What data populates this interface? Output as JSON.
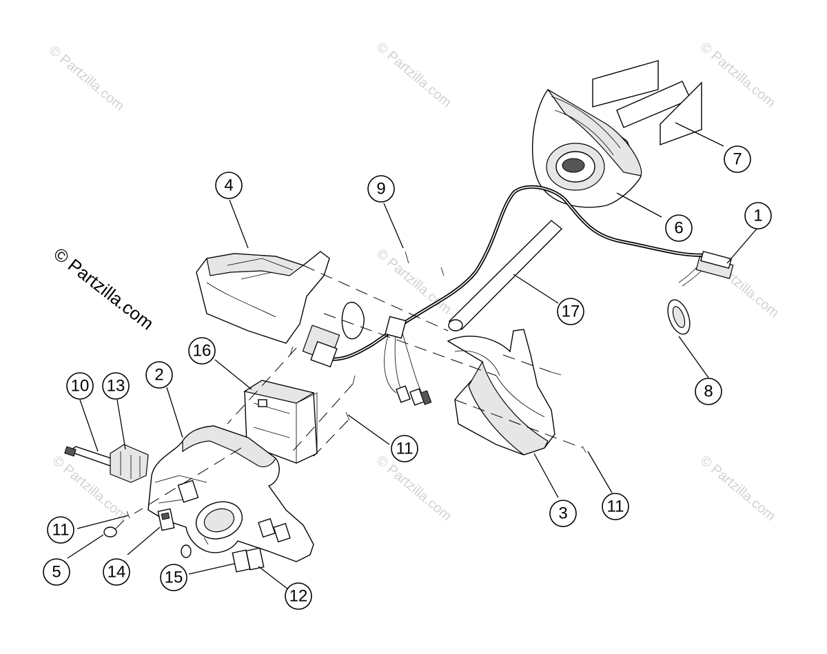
{
  "copyright_text": "© Partzilla.com",
  "watermark_text": "© Partzilla.com",
  "callouts": [
    "1",
    "2",
    "3",
    "4",
    "5",
    "6",
    "7",
    "8",
    "9",
    "10",
    "11",
    "11",
    "11",
    "12",
    "13",
    "14",
    "15",
    "16",
    "17"
  ],
  "colors": {
    "line": "#000000",
    "background": "#ffffff",
    "watermark": "#d2d2d2"
  }
}
